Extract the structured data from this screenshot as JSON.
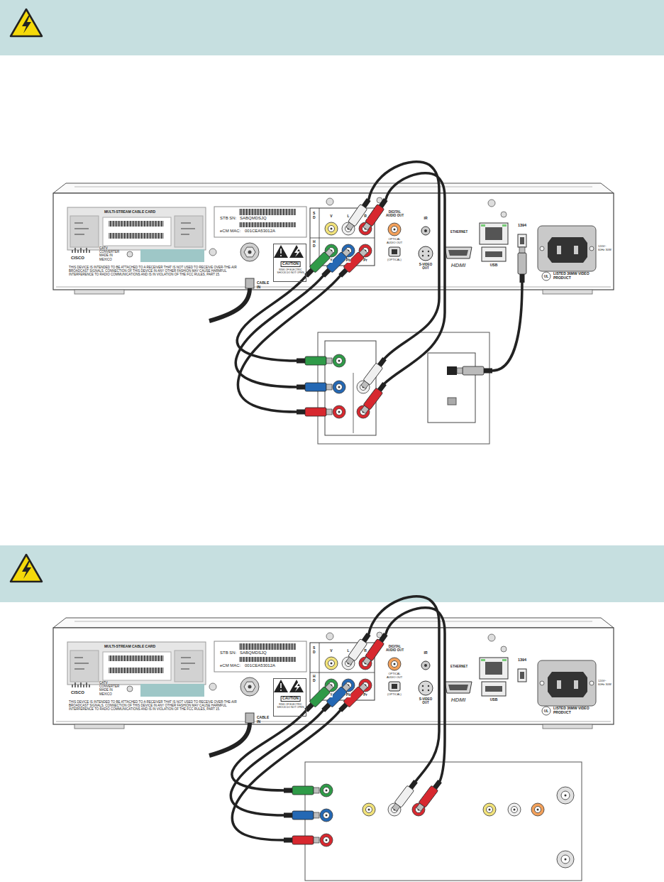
{
  "diagram": {
    "nodes": [
      {
        "text": [
          "MULTI-STREAM CABLE CARD",
          "CATV CONVERTER MADE IN MEXICO",
          "CISCO",
          "THIS DEVICE IS INTENDED TO BE ATTACHED TO A RECEIVER THAT IS NOT USED TO RECEIVE OVER-THE-AIR BROADCAST SIGNALS. CONNECTION OF THIS DEVICE IN ANY OTHER FASHION MAY CAUSE HARMFUL INTERFERENCE TO RADIO COMMUNICATIONS AND IS IN VIOLATION OF THE FCC RULES, PART 15.",
          "STB SN:",
          "SABQMDSJQ",
          "eCM MAC:",
          "001CEA53012A",
          "CABLE IN",
          "S D",
          "H D",
          "V",
          "L",
          "R",
          "Y",
          "Pb",
          "Pr",
          "DIGITAL AUDIO OUT",
          "(OPTICAL)",
          "IR",
          "S-VIDEO OUT",
          "ETHERNET",
          "HDMI",
          "USB",
          "1394",
          "120V~ 60Hz 30W",
          "LISTED 36MW VIDEO PRODUCT",
          "OPTICAL AUDIO OUT",
          "UL"
        ]
      },
      {
        "text": [
          "CAUTION",
          "RISK OF ELECTRIC SHOCK DO NOT OPEN"
        ],
        "in": 0
      },
      {
        "text": [
          "MULTI-STREAM CABLE CARD",
          "CATV CONVERTER MADE IN MEXICO",
          "CISCO",
          "THIS DEVICE IS INTENDED TO BE ATTACHED TO A RECEIVER THAT IS NOT USED TO RECEIVE OVER-THE-AIR BROADCAST SIGNALS. CONNECTION OF THIS DEVICE IN ANY OTHER FASHION MAY CAUSE HARMFUL INTERFERENCE TO RADIO COMMUNICATIONS AND IS IN VIOLATION OF THE FCC RULES, PART 15.",
          "STB SN:",
          "SABQMDSJQ",
          "eCM MAC:",
          "001CEA53012A",
          "CABLE IN",
          "S D",
          "H D",
          "V",
          "L",
          "R",
          "Y",
          "Pb",
          "Pr",
          "DIGITAL AUDIO OUT",
          "(OPTICAL)",
          "IR",
          "S-VIDEO OUT",
          "ETHERNET",
          "HDMI",
          "USB",
          "1394",
          "120V~ 60Hz 30W",
          "LISTED 36MW VIDEO PRODUCT",
          "OPTICAL AUDIO OUT",
          "UL"
        ]
      },
      {
        "text": [
          "CAUTION",
          "RISK OF ELECTRIC SHOCK DO NOT OPEN"
        ],
        "in": 2
      }
    ]
  }
}
